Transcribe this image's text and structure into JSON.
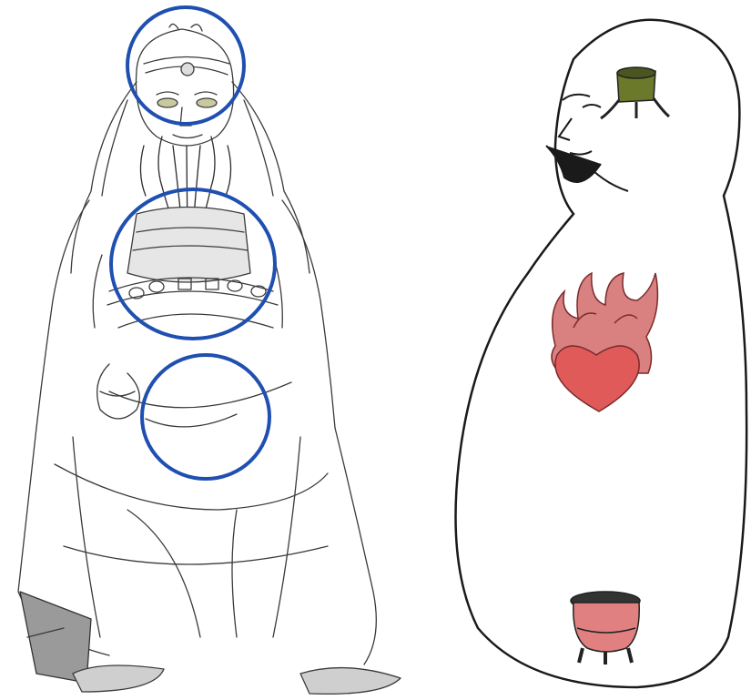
{
  "image": {
    "panels": [
      {
        "subject": "seated-figure-sketch",
        "rings": [
          {
            "name": "head-ring"
          },
          {
            "name": "chest-ring"
          },
          {
            "name": "belly-ring"
          }
        ]
      },
      {
        "subject": "gourd-silhouette",
        "symbols": [
          {
            "name": "crown-cup-icon"
          },
          {
            "name": "flaming-heart-icon"
          },
          {
            "name": "cauldron-icon"
          }
        ]
      }
    ],
    "colors": {
      "line": "#2a2a2a",
      "ring": "#1f4fb0",
      "heart": "#e05a5a",
      "flame": "#c94a4a",
      "cauldron": "#e08080",
      "crown": "#6b7a2a"
    }
  }
}
